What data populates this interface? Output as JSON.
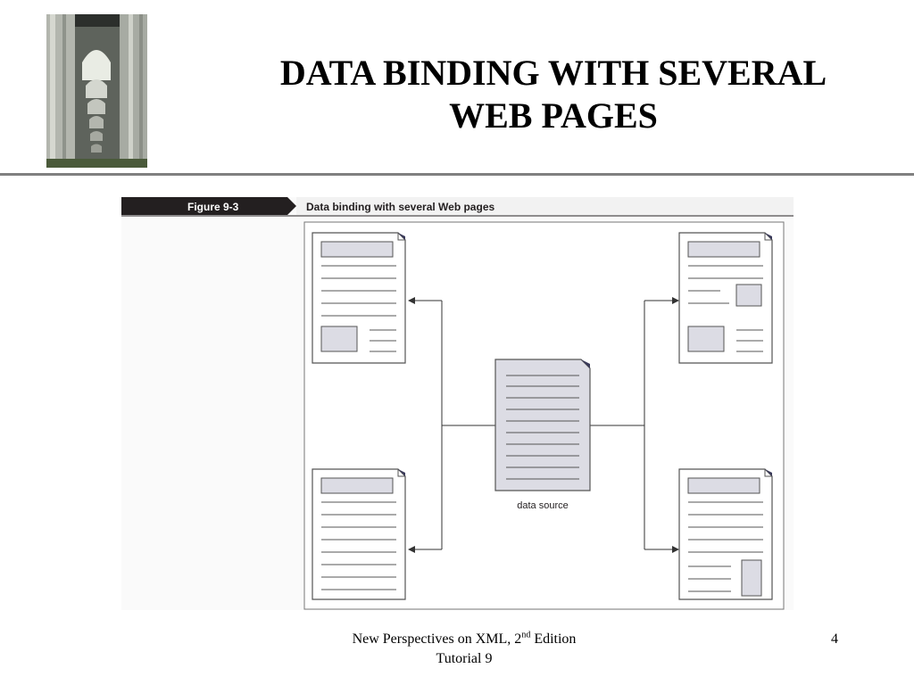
{
  "slide": {
    "title_line1": "DATA BINDING WITH SEVERAL",
    "title_line2": "WEB PAGES",
    "footer_line1_pre": "New Perspectives on XML, 2",
    "footer_superscript": "nd",
    "footer_line1_post": " Edition",
    "footer_line2": "Tutorial 9",
    "page_number": "4"
  },
  "figure": {
    "tag": "Figure 9-3",
    "caption": "Data binding with several Web pages",
    "source_label": "data source"
  },
  "colors": {
    "rule": "#808080",
    "banner": "#231f20",
    "page_fill": "#ffffff",
    "block_fill": "#dcdce4",
    "figure_bg": "#fafafa"
  }
}
